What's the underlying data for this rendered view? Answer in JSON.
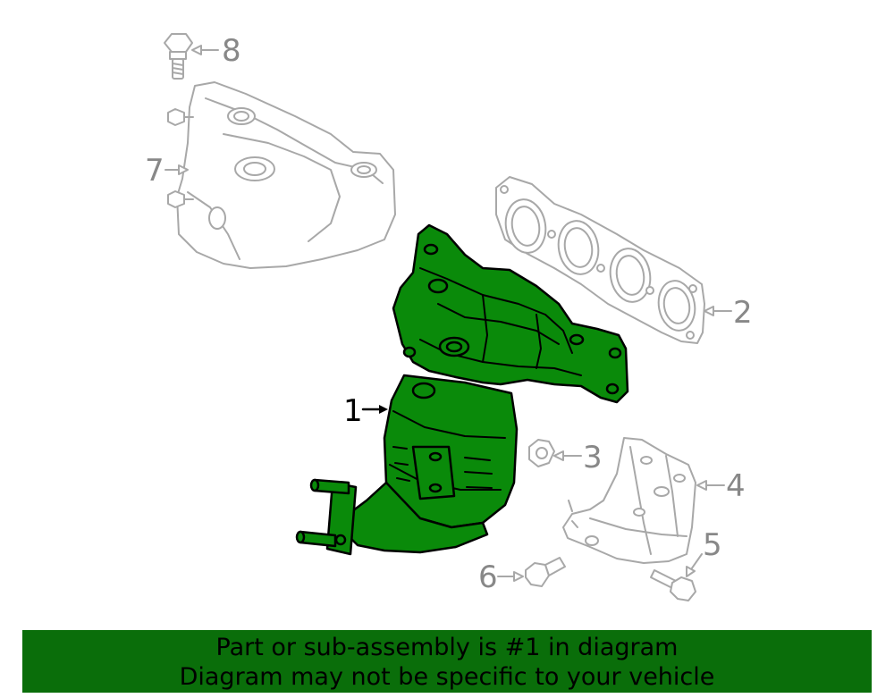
{
  "callouts": {
    "c1": "1",
    "c2": "2",
    "c3": "3",
    "c4": "4",
    "c5": "5",
    "c6": "6",
    "c7": "7",
    "c8": "8"
  },
  "banner": {
    "line1": "Part or sub-assembly is #1 in diagram",
    "line2": "Diagram may not be specific to your vehicle"
  },
  "colors": {
    "highlight": "#0a8a0a",
    "banner": "#0a6e0a",
    "ghost": "#a8a8a8"
  }
}
